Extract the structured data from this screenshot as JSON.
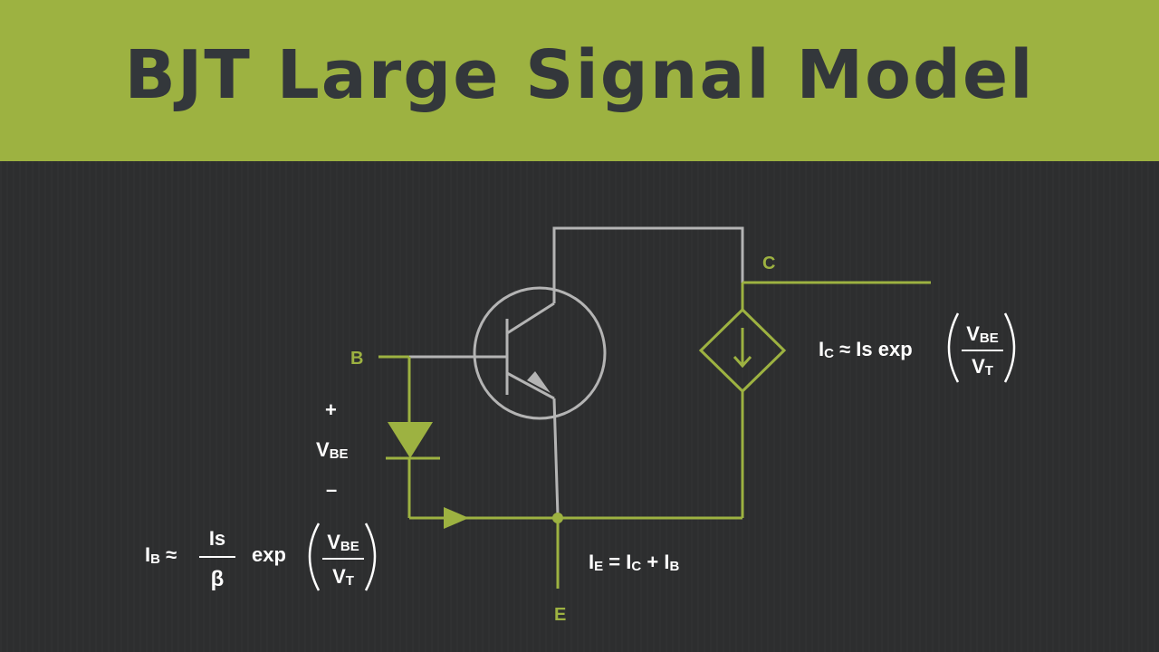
{
  "title": "BJT Large Signal Model",
  "colors": {
    "accent": "#9db241",
    "background": "#2e2f30",
    "transistor": "#b4b4b4",
    "text": "#ffffff"
  },
  "terminals": {
    "collector": "C",
    "base": "B",
    "emitter": "E"
  },
  "vbe": {
    "plus": "+",
    "main": "V",
    "sub": "BE",
    "minus": "–"
  },
  "ic_eq": {
    "lhs_main": "I",
    "lhs_sub": "C",
    "approx": "≈",
    "is_main": "I",
    "is_sub": "s",
    "exp": "exp",
    "num_main": "V",
    "num_sub": "BE",
    "den_main": "V",
    "den_sub": "T"
  },
  "ib_eq": {
    "lhs_main": "I",
    "lhs_sub": "B",
    "approx": "≈",
    "frac_num": "Is",
    "frac_den": "β",
    "exp": "exp",
    "num_main": "V",
    "num_sub": "BE",
    "den_main": "V",
    "den_sub": "T"
  },
  "ie_eq": {
    "lhs_main": "I",
    "lhs_sub": "E",
    "eq": "=",
    "t1_main": "I",
    "t1_sub": "C",
    "plus": "+",
    "t2_main": "I",
    "t2_sub": "B"
  }
}
